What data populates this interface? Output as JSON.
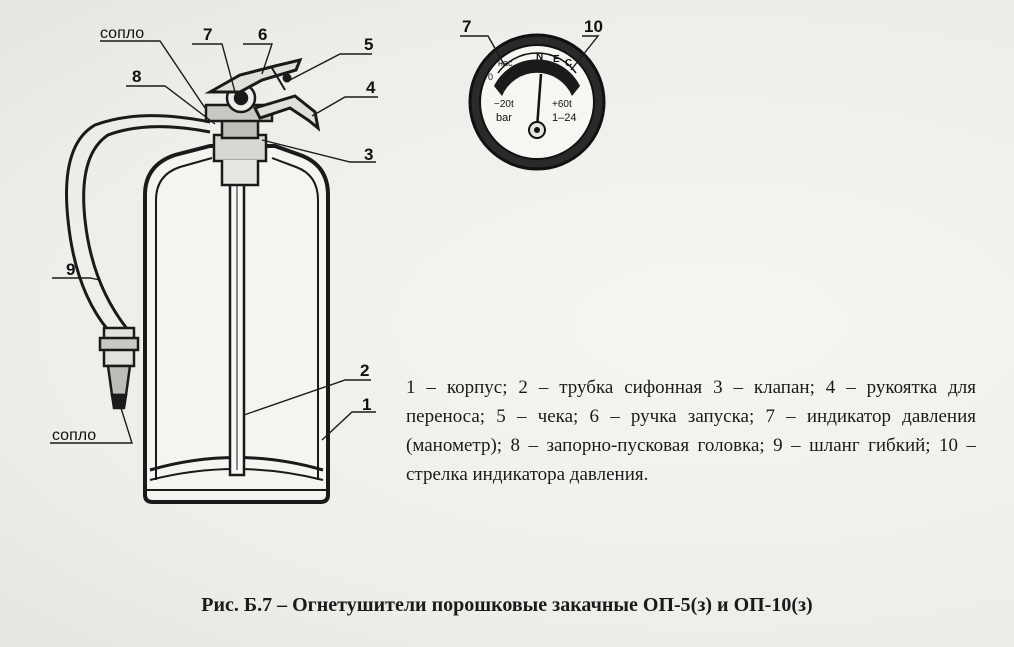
{
  "figure": {
    "caption": "Рис. Б.7 – Огнетушители порошковые закачные ОП-5(з) и  ОП-10(з)",
    "callouts": {
      "nozzle_top": "сопло",
      "nozzle_bottom": "сопло",
      "n1": "1",
      "n2": "2",
      "n3": "3",
      "n4": "4",
      "n5": "5",
      "n6": "6",
      "n7_body": "7",
      "n8": "8",
      "n9": "9",
      "n7_gauge": "7",
      "n10": "10"
    },
    "gauge": {
      "label_nac": "нас.",
      "label_n": "N",
      "label_e": "Е",
      "label_c": "С",
      "label_zero": "0",
      "temp_low": "−20t",
      "temp_high": "+60t",
      "unit": "bar",
      "range": "1–24"
    },
    "legend": "1 – корпус; 2 – трубка сифонная 3 – клапан; 4 – рукоятка для переноса; 5 – чека; 6 – ручка запуска; 7 – индикатор давления (манометр); 8 – запорно-пусковая головка; 9 – шланг гибкий; 10 – стрелка индикатора давления."
  }
}
